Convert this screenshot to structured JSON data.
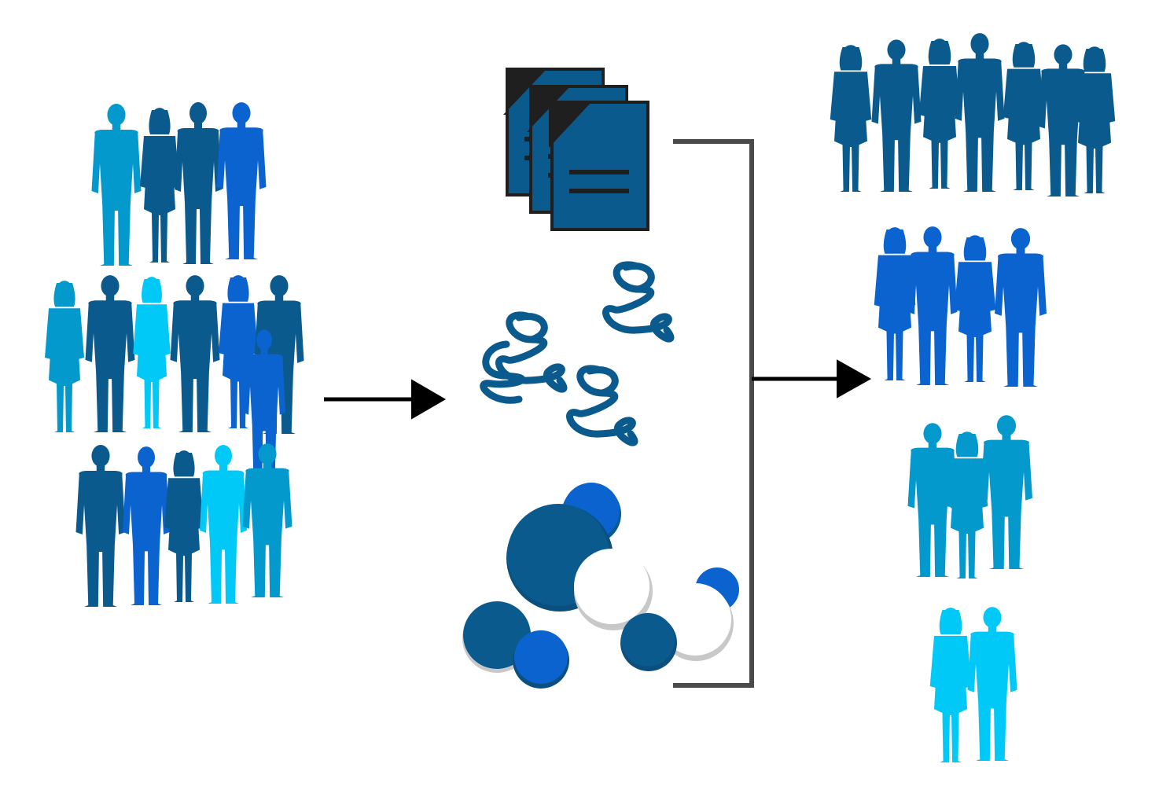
{
  "colors": {
    "navy": "#0b5a8e",
    "royal": "#0a63cf",
    "teal": "#0399cc",
    "cyan": "#00c8f7",
    "white_circle": "#ffffff",
    "circle_shadow": "#c8c8c8",
    "arrow": "#000000",
    "bracket": "#4a4a4a",
    "doc_fold": "#1f1f1f"
  },
  "input_population": {
    "description_icon": "people-crowd-icon",
    "rows": [
      [
        "teal",
        "navy",
        "navy",
        "royal"
      ],
      [
        "teal",
        "navy",
        "cyan",
        "navy",
        "royal",
        "navy"
      ],
      [
        "navy",
        "royal",
        "navy",
        "cyan",
        "teal"
      ]
    ]
  },
  "analysis_methods": [
    {
      "icon": "documents-icon"
    },
    {
      "icon": "dna-helix-icon"
    },
    {
      "icon": "clusters-icon"
    }
  ],
  "output_segments": [
    {
      "color": "navy",
      "count": 7
    },
    {
      "color": "royal",
      "count": 4
    },
    {
      "color": "teal",
      "count": 3
    },
    {
      "color": "cyan",
      "count": 2
    }
  ]
}
